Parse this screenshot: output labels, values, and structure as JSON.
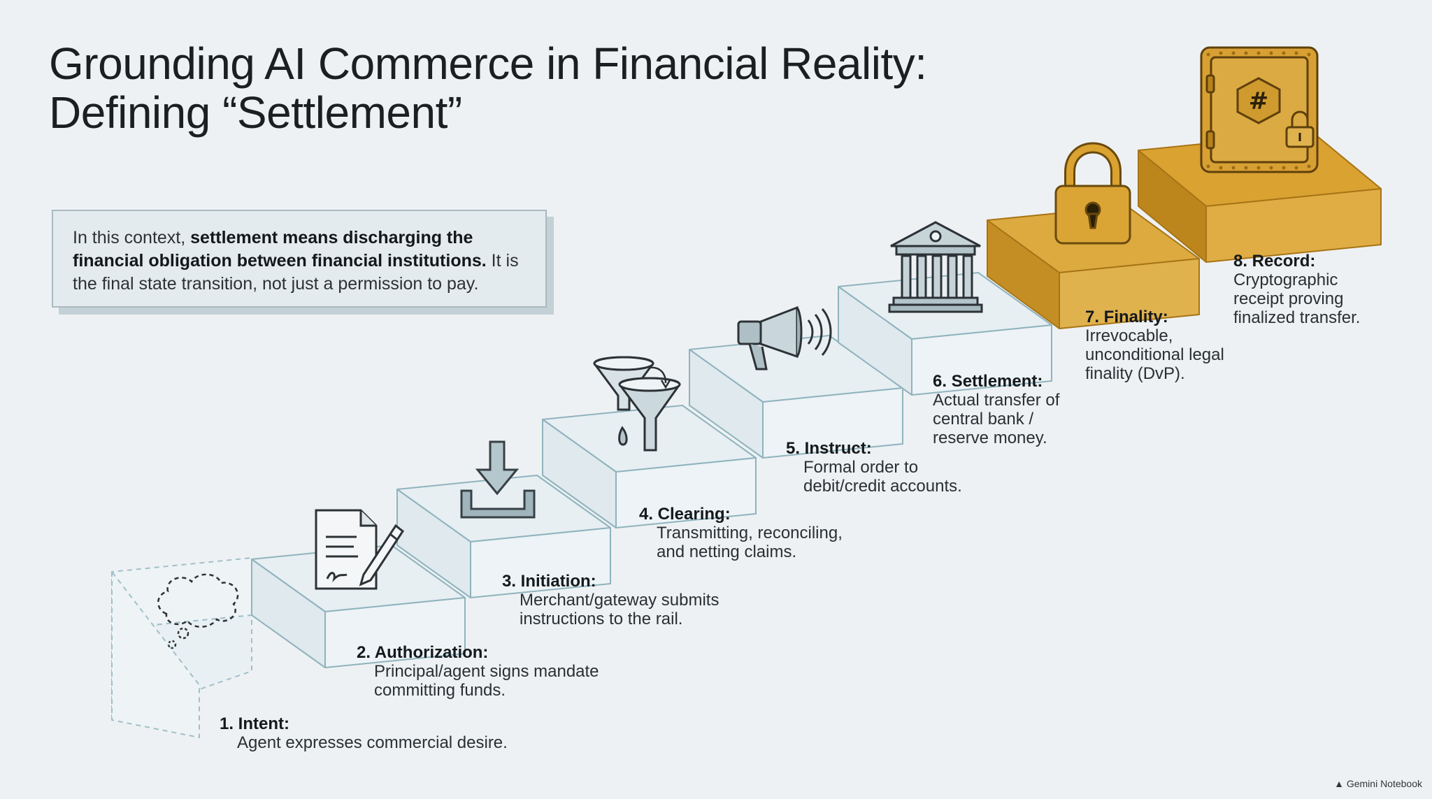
{
  "title": {
    "line1": "Grounding AI Commerce in Financial Reality:",
    "line2": "Defining “Settlement”"
  },
  "definition": {
    "pre": "In this context,",
    "bold": "settlement means discharging the financial obligation between financial institutions.",
    "post": "It is the final state transition, not just a permission to pay."
  },
  "steps": [
    {
      "heading": "1. Intent:",
      "desc": "Agent expresses commercial desire.",
      "icon": "thought-bubble-icon"
    },
    {
      "heading": "2. Authorization:",
      "desc": "Principal/agent signs mandate committing funds.",
      "icon": "signed-document-icon"
    },
    {
      "heading": "3. Initiation:",
      "desc": "Merchant/gateway submits instructions to the rail.",
      "icon": "download-tray-icon"
    },
    {
      "heading": "4. Clearing:",
      "desc": "Transmitting, reconciling, and netting claims.",
      "icon": "funnel-icon"
    },
    {
      "heading": "5. Instruct:",
      "desc": "Formal order to debit/credit accounts.",
      "icon": "megaphone-icon"
    },
    {
      "heading": "6. Settlement:",
      "desc": "Actual transfer of central bank / reserve money.",
      "icon": "bank-icon"
    },
    {
      "heading": "7. Finality:",
      "desc": "Irrevocable, unconditional legal finality (DvP).",
      "icon": "padlock-icon"
    },
    {
      "heading": "8. Record:",
      "desc": "Cryptographic receipt proving finalized transfer.",
      "icon": "vault-icon"
    }
  ],
  "footer": "Gemini Notebook",
  "colors": {
    "background": "#eef1f3",
    "stair_face": "#e6eff3",
    "stair_edge": "#8fb3bd",
    "gold": "#d9a231",
    "gold_dark": "#b98219",
    "ink": "#1b1f22"
  }
}
